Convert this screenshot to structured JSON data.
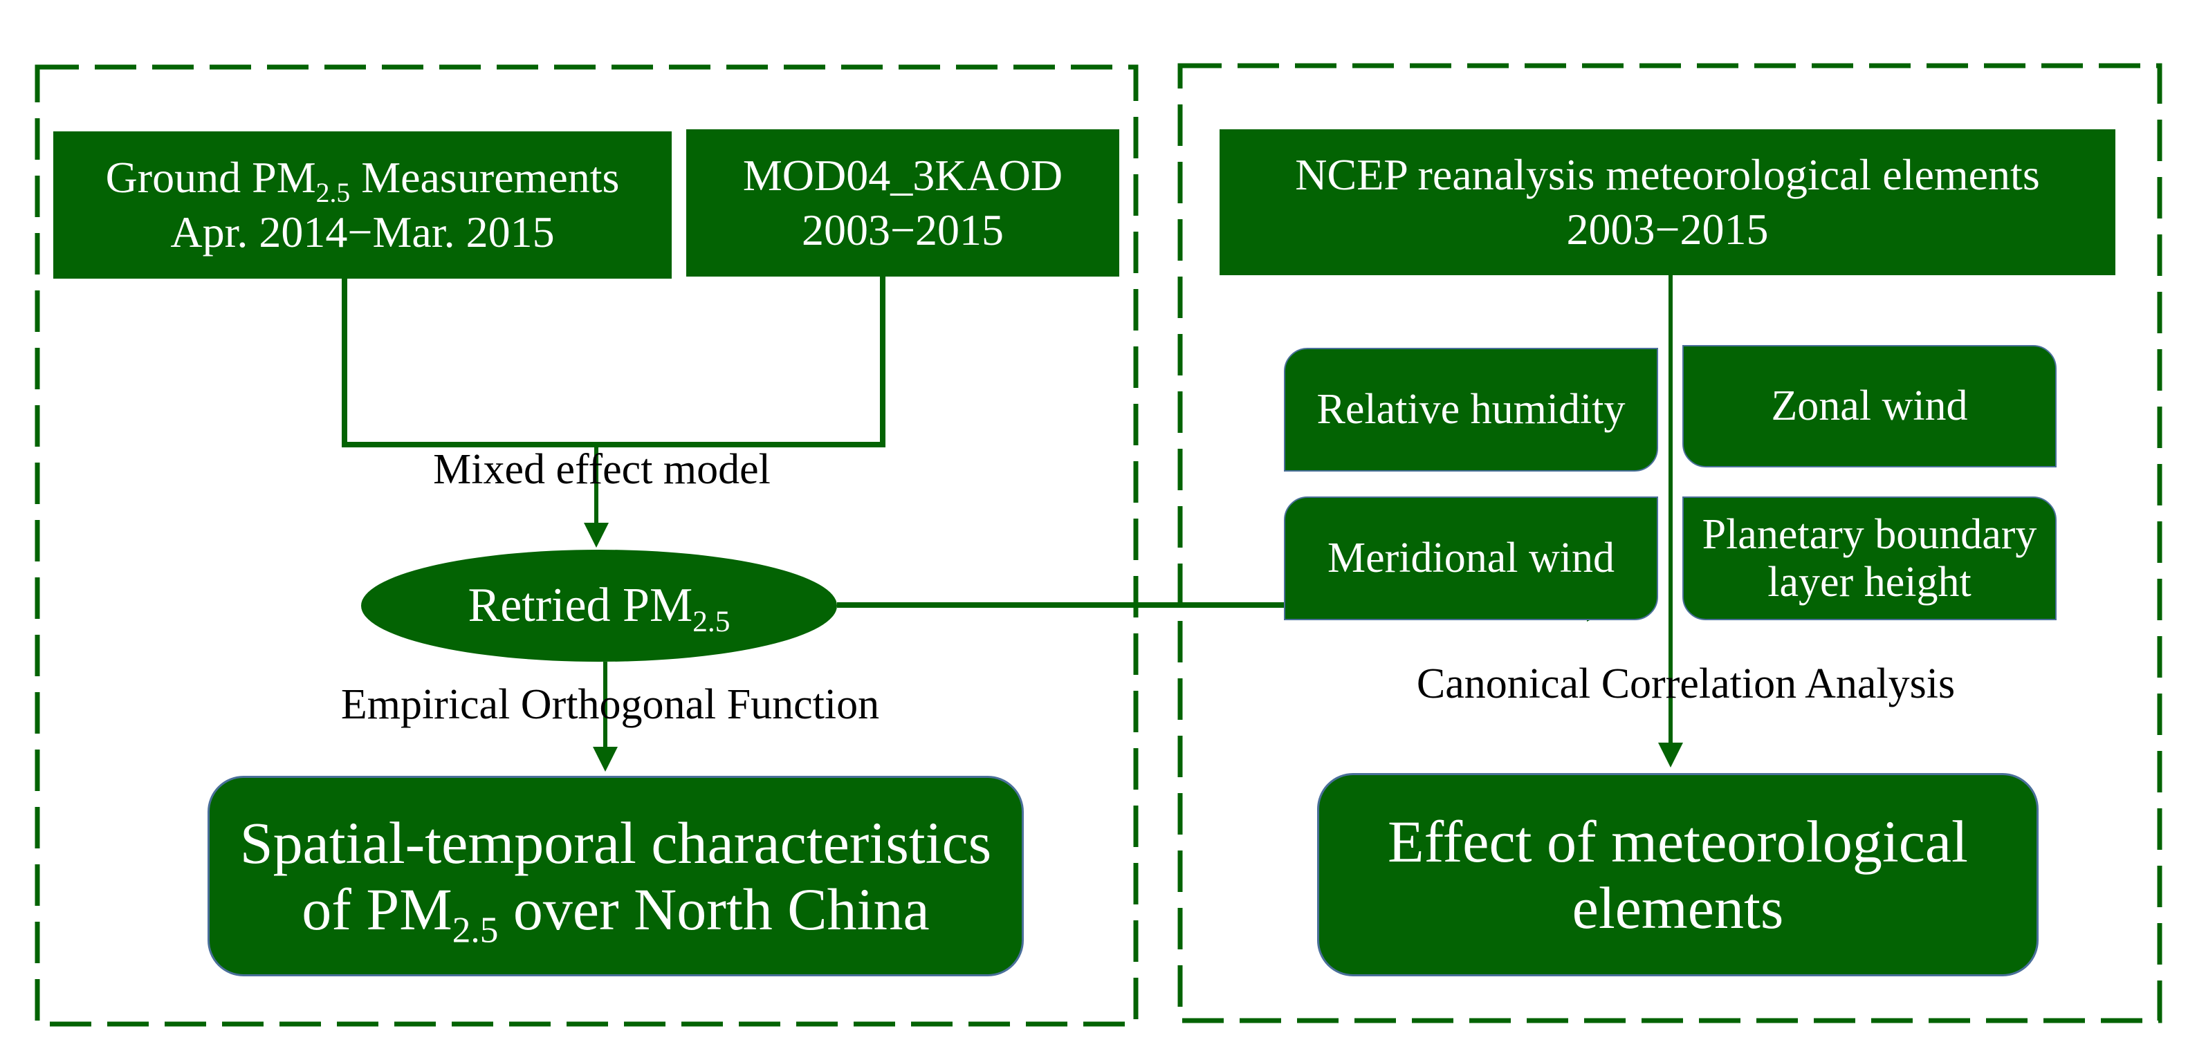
{
  "colors": {
    "box_fill": "#036303",
    "line": "#036303",
    "box_outline": "#4a6f9a",
    "box_text": "#ffffff",
    "label_text": "#000000"
  },
  "panels": {
    "left": {
      "sources": [
        {
          "line1_prefix": "Ground PM",
          "line1_sub": "2.5",
          "line1_suffix": " Measurements",
          "line2": "Apr. 2014−Mar. 2015"
        },
        {
          "line1": "MOD04_3KAOD",
          "line2": "2003−2015"
        }
      ],
      "method_1": "Mixed effect model",
      "intermediate": {
        "prefix": "Retried PM",
        "sub": "2.5"
      },
      "method_2": "Empirical Orthogonal Function",
      "result": {
        "line1": "Spatial-temporal characteristics",
        "line2_prefix": "of PM",
        "line2_sub": "2.5",
        "line2_suffix": " over North China"
      }
    },
    "right": {
      "source": {
        "line1": "NCEP reanalysis meteorological elements",
        "line2": "2003−2015"
      },
      "elements": [
        {
          "lines": [
            "Relative humidity"
          ]
        },
        {
          "lines": [
            "Zonal wind"
          ]
        },
        {
          "lines": [
            "Meridional wind"
          ]
        },
        {
          "lines": [
            "Planetary boundary",
            "layer height"
          ]
        }
      ],
      "method": "Canonical Correlation Analysis",
      "result": {
        "line1": "Effect of meteorological",
        "line2": "elements"
      }
    }
  }
}
